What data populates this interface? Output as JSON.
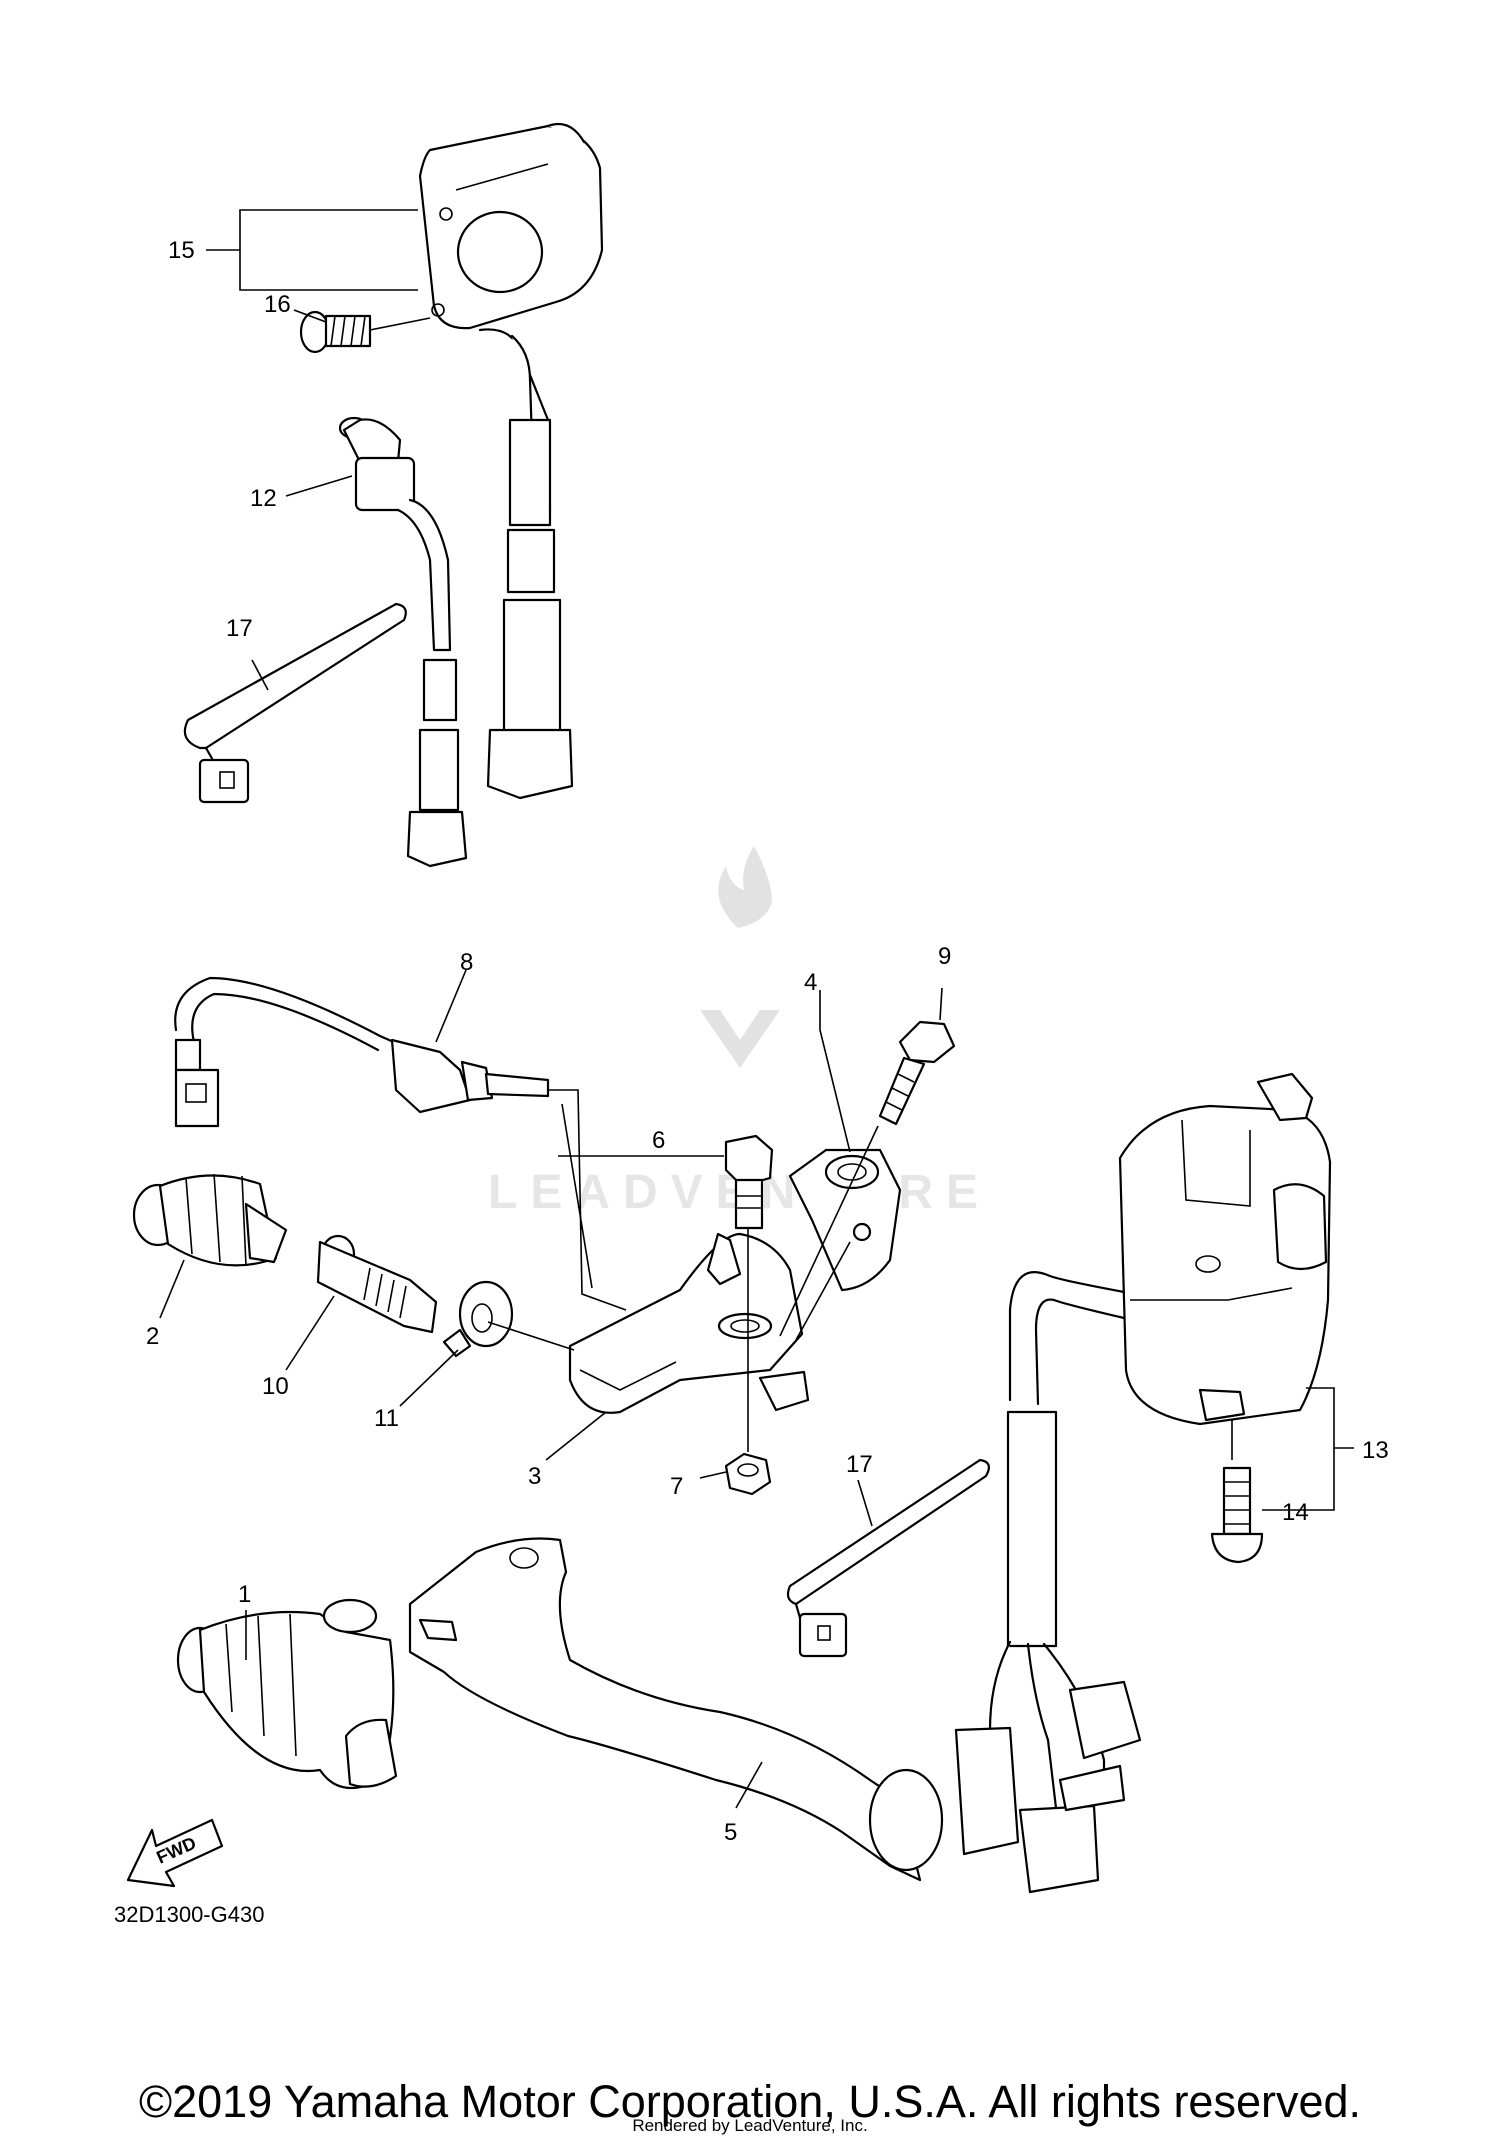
{
  "diagram_code": "32D1300-G430",
  "fwd_label": "FWD",
  "watermark": "LEADVENTURE",
  "copyright": "©2019 Yamaha Motor Corporation, U.S.A. All rights reserved.",
  "rendered_by": "Rendered by LeadVenture, Inc.",
  "callouts": {
    "p1": "1",
    "p2": "2",
    "p3": "3",
    "p4": "4",
    "p5": "5",
    "p6": "6",
    "p7": "7",
    "p8": "8",
    "p9": "9",
    "p10": "10",
    "p11": "11",
    "p12": "12",
    "p13": "13",
    "p14": "14",
    "p15": "15",
    "p16": "16",
    "p17a": "17",
    "p17b": "17"
  }
}
